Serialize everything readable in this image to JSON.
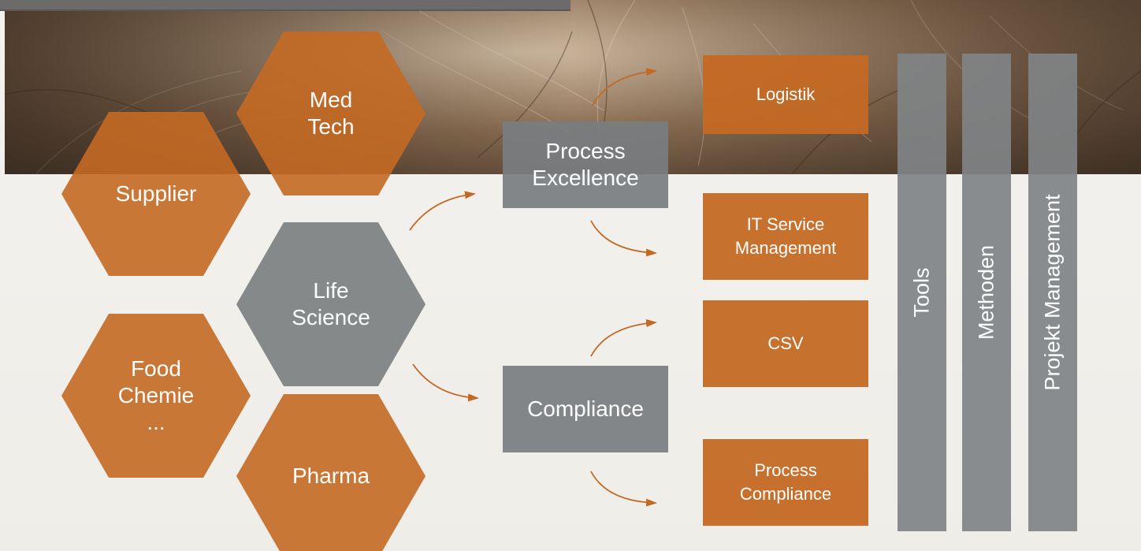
{
  "diagram": {
    "industries": [
      {
        "id": "medtech",
        "label": "Med\nTech",
        "color": "orange"
      },
      {
        "id": "supplier",
        "label": "Supplier",
        "color": "orange"
      },
      {
        "id": "life-science",
        "label": "Life\nScience",
        "color": "grey"
      },
      {
        "id": "food-chemie",
        "label": "Food\nChemie\n...",
        "color": "orange"
      },
      {
        "id": "pharma",
        "label": "Pharma",
        "color": "orange"
      }
    ],
    "areas": [
      {
        "id": "process-excellence",
        "label": "Process\nExcellence"
      },
      {
        "id": "compliance",
        "label": "Compliance"
      }
    ],
    "services": [
      {
        "id": "logistik",
        "label": "Logistik"
      },
      {
        "id": "it-service-management",
        "label": "IT Service\nManagement"
      },
      {
        "id": "csv",
        "label": "CSV"
      },
      {
        "id": "process-compliance",
        "label": "Process\nCompliance"
      }
    ],
    "pillars": [
      {
        "id": "tools",
        "label": "Tools"
      },
      {
        "id": "methoden",
        "label": "Methoden"
      },
      {
        "id": "projekt-management",
        "label": "Projekt Management"
      }
    ]
  },
  "colors": {
    "orange": "#c46924",
    "grey": "#7a7d80",
    "background": "#f2f0ec",
    "arrow": "#c46924"
  }
}
